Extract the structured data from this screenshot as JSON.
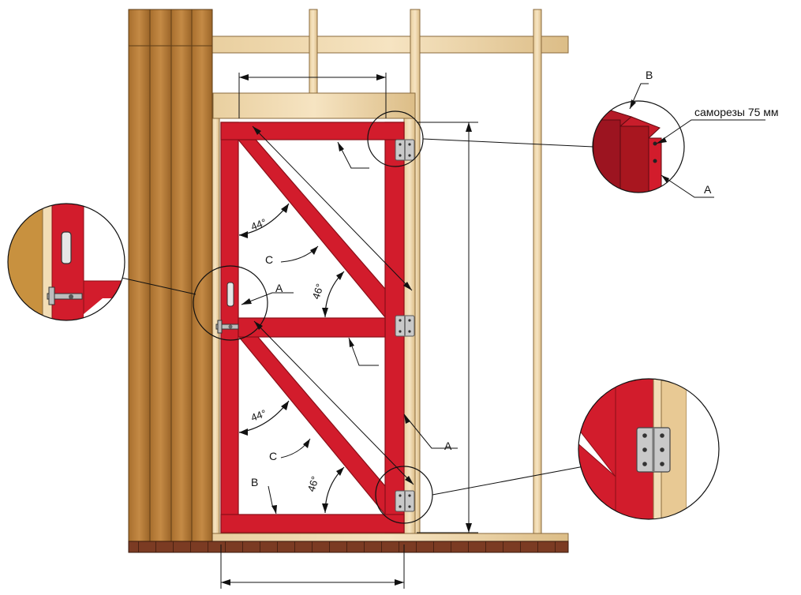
{
  "labels": {
    "a_upper": "A",
    "a_lower": "A",
    "a_detail": "A",
    "b_bottom": "B",
    "b_detail": "B",
    "c_upper": "C",
    "c_lower": "C",
    "angle_upper_44": "44°",
    "angle_upper_46": "46°",
    "angle_lower_44": "44°",
    "angle_lower_46": "46°",
    "screws_note": "саморезы 75 мм"
  },
  "colors": {
    "door_red": "#d21c2c",
    "door_edge": "#8a0f18",
    "wood_light": "#f1dcb4",
    "wood_dark": "#b57b36",
    "wood_edge": "#7a5223",
    "floor_brown": "#7b3b23",
    "hinge_grey": "#c9c9c9",
    "line": "#111111"
  },
  "icons": {
    "hinge": "hinge-icon",
    "latch": "door-latch-icon",
    "handle": "door-handle-icon"
  }
}
